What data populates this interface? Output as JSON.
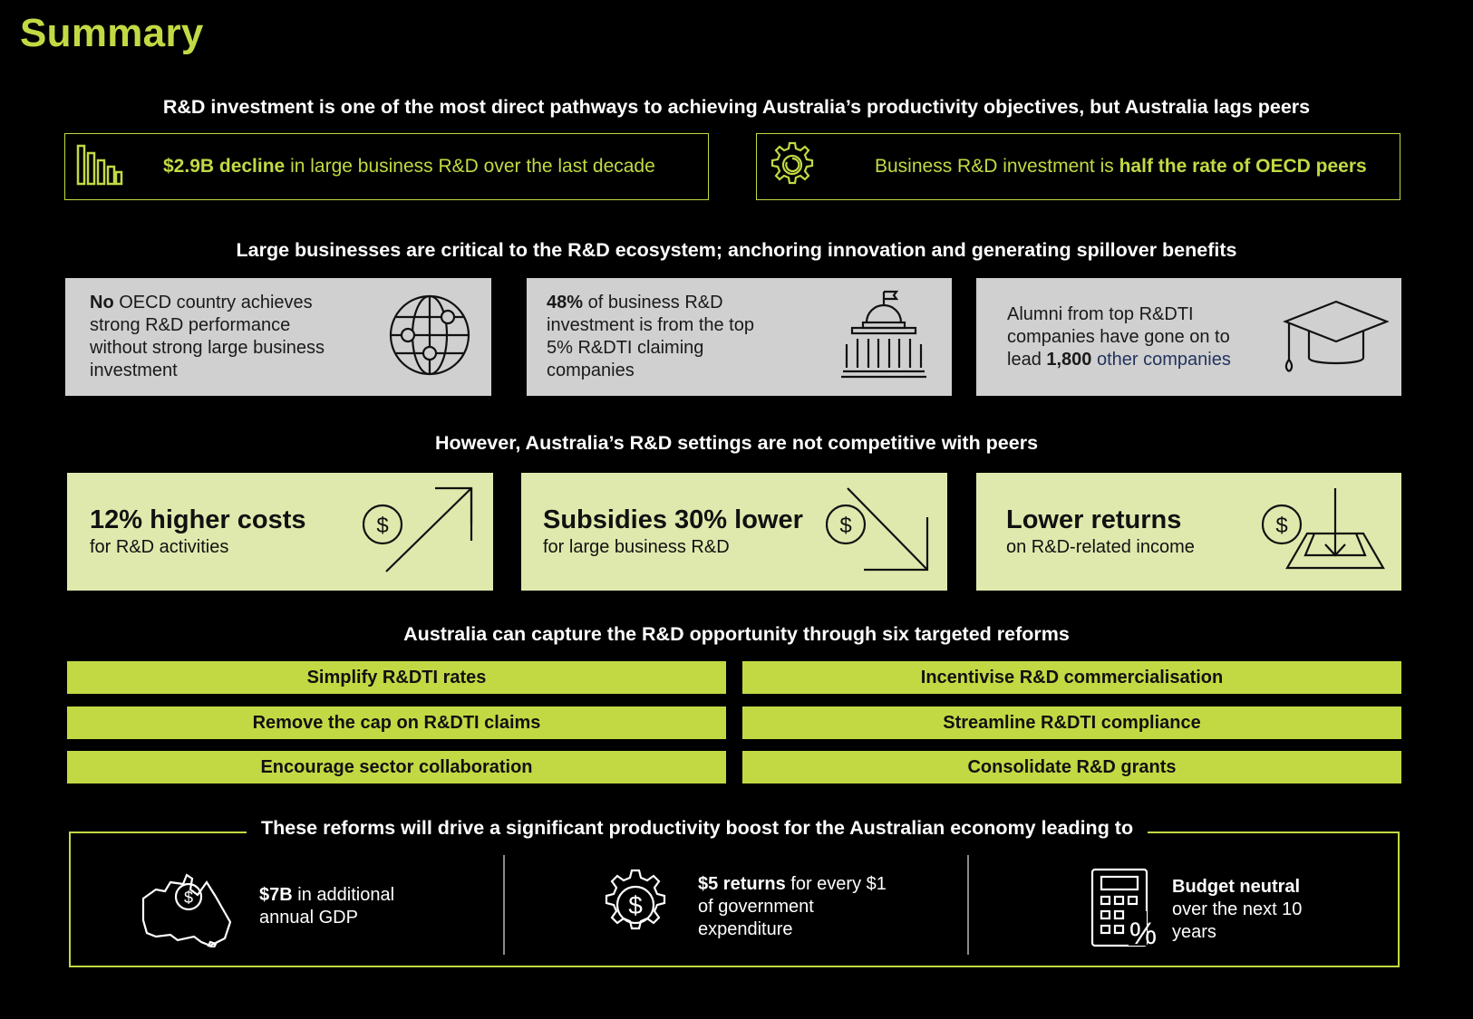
{
  "title": "Summary",
  "section1": {
    "heading": "R&D investment is one of the most direct pathways to achieving Australia’s productivity objectives, but Australia lags peers",
    "box1": {
      "bold": "$2.9B decline",
      "rest": " in large business R&D over the last decade",
      "icon": "declining-bars-icon"
    },
    "box2": {
      "pre": "Business R&D investment is ",
      "bold": "half the rate of OECD peers",
      "icon": "gear-icon"
    }
  },
  "section2": {
    "heading": "Large businesses are critical to the R&D ecosystem; anchoring innovation and generating spillover benefits",
    "card1": {
      "bold": "No",
      "rest": " OECD country achieves strong R&D performance without strong large business investment",
      "icon": "globe-network-icon"
    },
    "card2": {
      "bold": "48%",
      "rest": " of business R&D investment is from the top 5% R&DTI claiming companies",
      "icon": "government-building-icon"
    },
    "card3": {
      "pre": "Alumni from top R&DTI companies have gone on to lead ",
      "bold": "1,800",
      "rest": " other companies",
      "icon": "graduation-cap-icon"
    }
  },
  "section3": {
    "heading": "However, Australia’s R&D settings are not competitive with peers",
    "cards": [
      {
        "big": "12% higher costs",
        "small": "for R&D activities",
        "icon": "dollar-arrow-up-icon"
      },
      {
        "big": "Subsidies 30% lower",
        "small": "for large business R&D",
        "icon": "dollar-arrow-down-icon"
      },
      {
        "big": "Lower returns",
        "small": "on R&D-related income",
        "icon": "dollar-tray-icon"
      }
    ]
  },
  "section4": {
    "heading": "Australia can capture the R&D opportunity through six targeted reforms",
    "reforms": [
      "Simplify R&DTI rates",
      "Incentivise R&D commercialisation",
      "Remove the cap on R&DTI claims",
      "Streamline R&DTI compliance",
      "Encourage sector collaboration",
      "Consolidate R&D grants"
    ]
  },
  "section5": {
    "heading": "These reforms will drive a significant productivity boost for the Australian economy leading to",
    "outcomes": [
      {
        "bold": "$7B",
        "rest": " in additional annual GDP",
        "icon": "australia-dollar-icon"
      },
      {
        "bold": "$5 returns",
        "rest": " for every $1 of government expenditure",
        "icon": "dollar-gear-icon"
      },
      {
        "bold": "Budget neutral",
        "rest": " over the next 10 years",
        "icon": "calculator-icon"
      }
    ]
  },
  "colors": {
    "accent": "#c3d944",
    "grey_card": "#d0d0d0",
    "pale_green": "#e0e9ad",
    "navy": "#22335e"
  }
}
